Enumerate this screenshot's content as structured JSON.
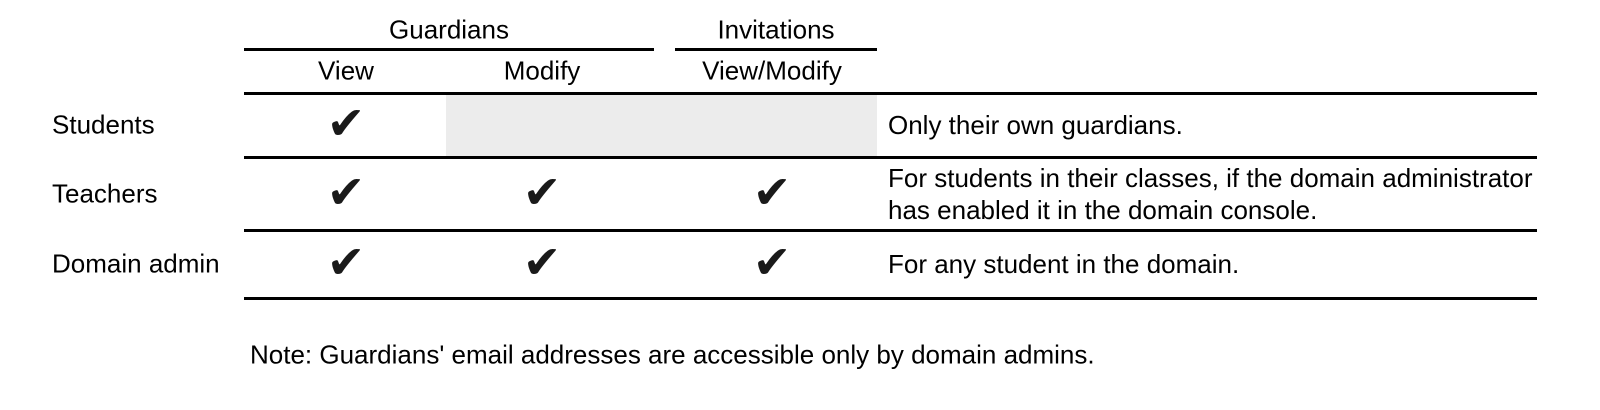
{
  "colors": {
    "background": "#ffffff",
    "grid_line": "#000000",
    "disabled_cell_bg": "#ececec",
    "text": "#000000",
    "check": "#1a1a1a"
  },
  "table": {
    "column_groups": [
      {
        "label": "Guardians",
        "columns": [
          {
            "label": "View"
          },
          {
            "label": "Modify"
          }
        ]
      },
      {
        "label": "Invitations",
        "columns": [
          {
            "label": "View/Modify"
          }
        ]
      }
    ],
    "check_glyph": "✔",
    "rows": [
      {
        "label": "Students",
        "permissions": {
          "guardians_view": true,
          "guardians_modify": false,
          "invitations_view_modify": false
        },
        "note": "Only their own guardians."
      },
      {
        "label": "Teachers",
        "permissions": {
          "guardians_view": true,
          "guardians_modify": true,
          "invitations_view_modify": true
        },
        "note": "For students in their classes, if the domain administrator\nhas enabled it in the domain console."
      },
      {
        "label": "Domain admin",
        "permissions": {
          "guardians_view": true,
          "guardians_modify": true,
          "invitations_view_modify": true
        },
        "note": "For any student in the domain."
      }
    ]
  },
  "footnote": "Note: Guardians' email addresses are accessible only by domain admins."
}
